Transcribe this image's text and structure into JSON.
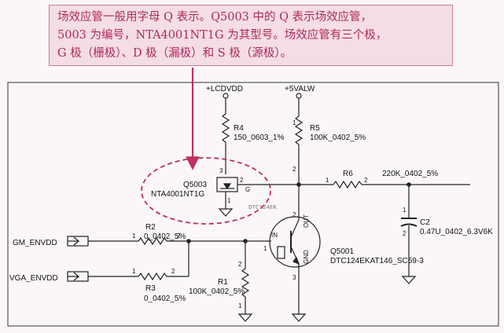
{
  "callout": {
    "lines": [
      "场效应管一般用字母 Q 表示。Q5003 中的 Q 表示场效应管，",
      "5003 为编号，NTA4001NT1G 为其型号。场效应管有三个极，",
      "G 极（栅极）、D 极（漏极）和 S 极（源极）。"
    ]
  },
  "schematic": {
    "rails": {
      "lcdvdd": "+LCDVDD",
      "fivevalw": "+5VALW"
    },
    "r4": {
      "ref": "R4",
      "value": "150_0603_1%"
    },
    "r5": {
      "ref": "R5",
      "value": "100K_0402_5%"
    },
    "r6": {
      "ref": "R6",
      "value": "220K_0402_5%"
    },
    "q5003": {
      "ref": "Q5003",
      "part": "NTA4001NT1G",
      "gate_label": "G",
      "note": "DTC124EK"
    },
    "c2": {
      "ref": "C2",
      "value": "0.47U_0402_6.3V6K"
    },
    "r2": {
      "ref": "R2",
      "value": "0_0402_5%"
    },
    "r3": {
      "ref": "R3",
      "value": "0_0402_5%"
    },
    "r1": {
      "ref": "R1",
      "value": "100K_0402_5%"
    },
    "q5001": {
      "ref": "Q5001",
      "part": "DTC124EKAT146_SC59-3",
      "in_label": "IN",
      "out_label": "OUT",
      "gnd_label": "GND"
    },
    "ports": {
      "gm": "GM_ENVDD",
      "vga": "VGA_ENVDD"
    },
    "pins": {
      "p1": "1",
      "p2": "2",
      "p3": "3"
    }
  }
}
